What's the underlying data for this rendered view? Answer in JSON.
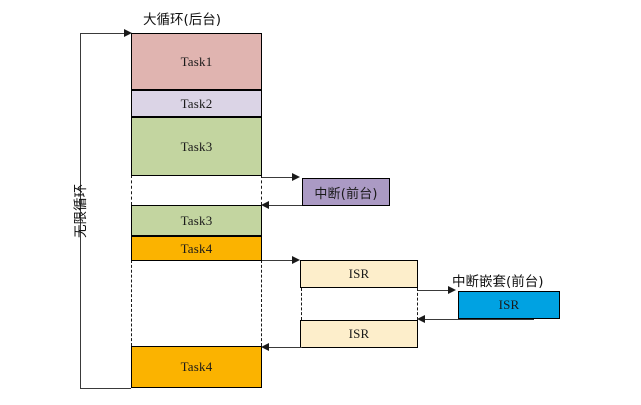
{
  "diagram": {
    "title_background_loop": "大循环(后台)",
    "label_infinite_loop": "无限循环",
    "label_interrupt_foreground": "中断(前台)",
    "label_nested_interrupt_foreground": "中断嵌套(前台)",
    "caption_bottom": "",
    "colors": {
      "task1": "#e0b4b0",
      "task2": "#dbd4e6",
      "task3": "#c3d5a0",
      "task4": "#fbb300",
      "interrupt": "#ab9ac4",
      "isr": "#fdeecb",
      "nested_isr": "#00a2e2",
      "line": "#3a3a3a",
      "text": "#1a1a1a"
    },
    "background_tasks": [
      {
        "label": "Task1",
        "color_key": "task1"
      },
      {
        "label": "Task2",
        "color_key": "task2"
      },
      {
        "label": "Task3",
        "color_key": "task3"
      },
      {
        "label": "Task3",
        "color_key": "task3"
      },
      {
        "label": "Task4",
        "color_key": "task4"
      },
      {
        "label": "Task4",
        "color_key": "task4"
      }
    ],
    "foreground_blocks": [
      {
        "label": "中断(前台)",
        "color_key": "interrupt"
      },
      {
        "label": "ISR",
        "color_key": "isr"
      },
      {
        "label": "ISR",
        "color_key": "isr"
      },
      {
        "label": "ISR",
        "color_key": "nested_isr"
      }
    ]
  }
}
